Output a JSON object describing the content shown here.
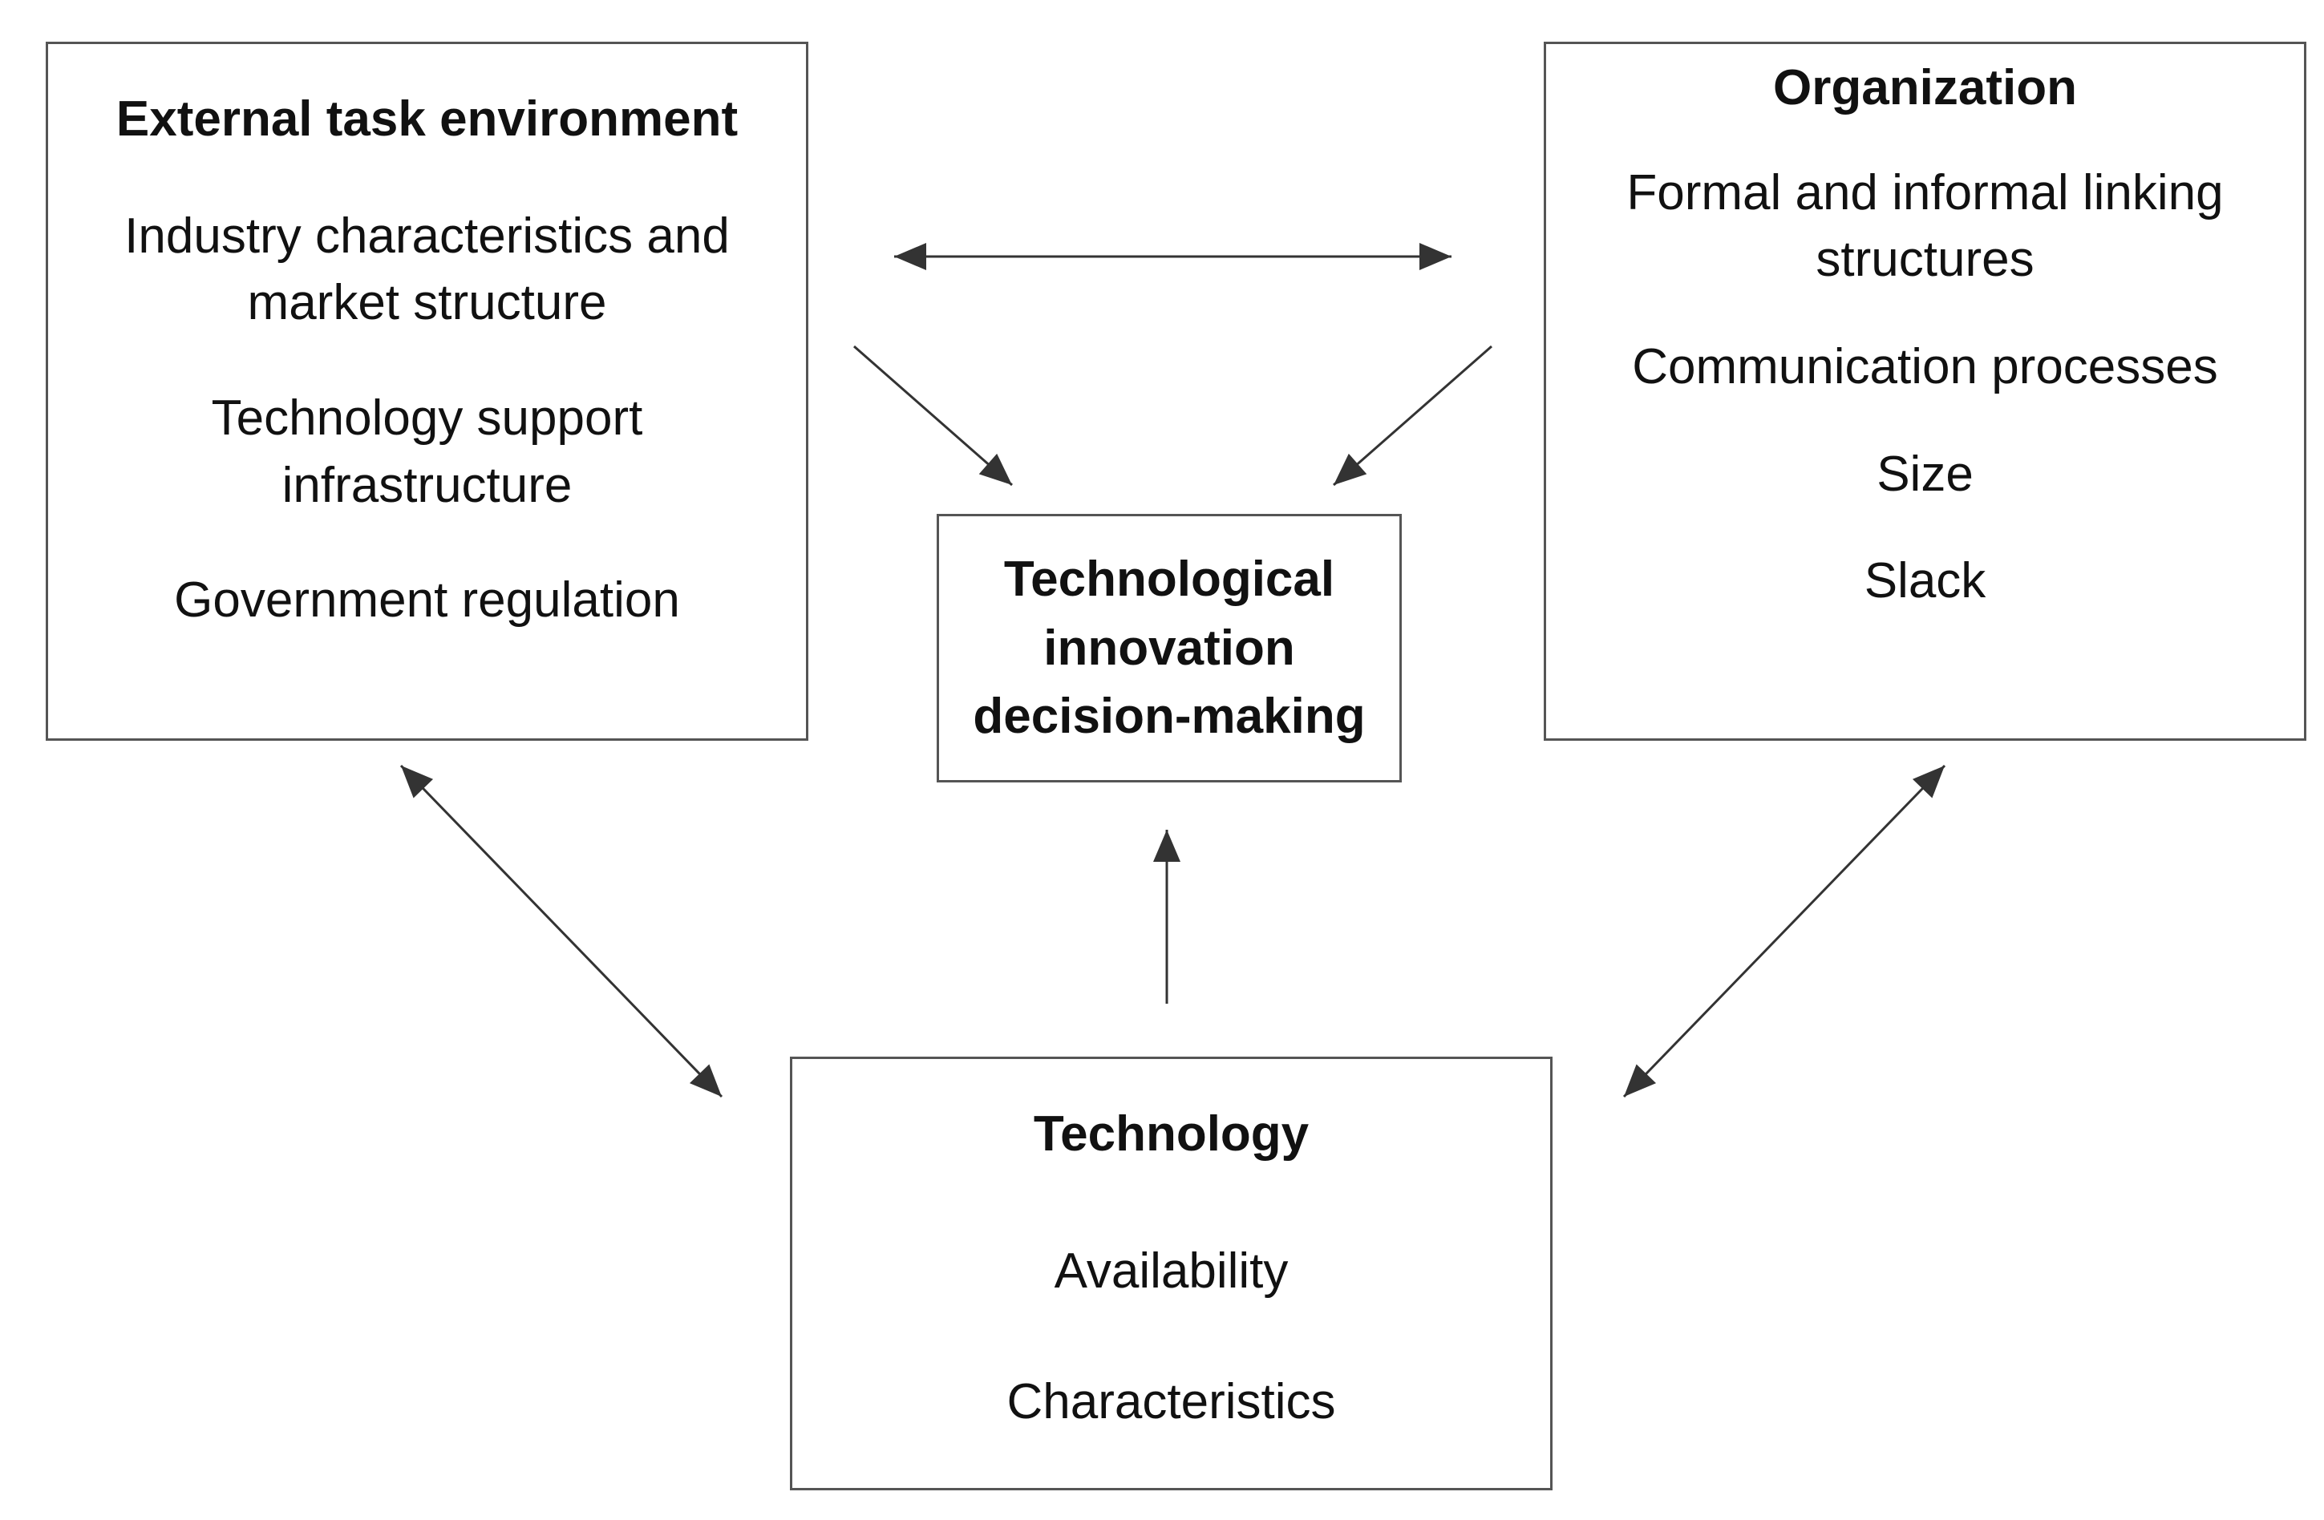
{
  "external": {
    "title": "External task environment",
    "items": [
      "Industry characteristics and market structure",
      "Technology support infrastructure",
      "Government regulation"
    ]
  },
  "organization": {
    "title": "Organization",
    "items": [
      "Formal and informal linking structures",
      "Communication processes",
      "Size",
      "Slack"
    ]
  },
  "center": {
    "title": "Technological innovation decision-making"
  },
  "technology": {
    "title": "Technology",
    "items": [
      "Availability",
      "Characteristics"
    ]
  },
  "colors": {
    "border": "#555555",
    "arrow": "#333333",
    "text": "#111111"
  }
}
